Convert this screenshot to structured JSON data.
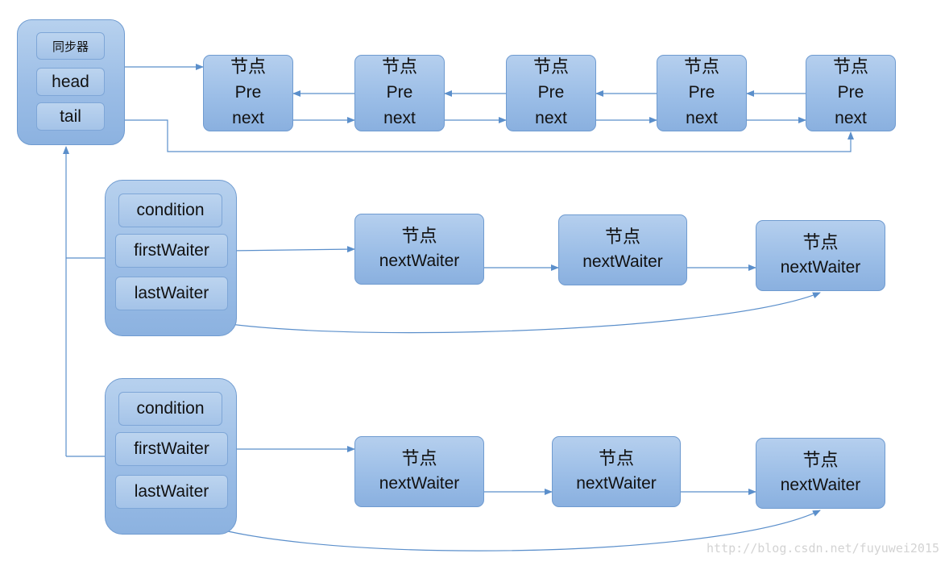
{
  "sync": {
    "title": "同步器",
    "head": "head",
    "tail": "tail"
  },
  "sync_nodes": [
    {
      "title": "节点",
      "pre": "Pre",
      "next": "next"
    },
    {
      "title": "节点",
      "pre": "Pre",
      "next": "next"
    },
    {
      "title": "节点",
      "pre": "Pre",
      "next": "next"
    },
    {
      "title": "节点",
      "pre": "Pre",
      "next": "next"
    },
    {
      "title": "节点",
      "pre": "Pre",
      "next": "next"
    }
  ],
  "conditions": [
    {
      "label": "condition",
      "first": "firstWaiter",
      "last": "lastWaiter",
      "nodes": [
        {
          "title": "节点",
          "field": "nextWaiter"
        },
        {
          "title": "节点",
          "field": "nextWaiter"
        },
        {
          "title": "节点",
          "field": "nextWaiter"
        }
      ]
    },
    {
      "label": "condition",
      "first": "firstWaiter",
      "last": "lastWaiter",
      "nodes": [
        {
          "title": "节点",
          "field": "nextWaiter"
        },
        {
          "title": "节点",
          "field": "nextWaiter"
        },
        {
          "title": "节点",
          "field": "nextWaiter"
        }
      ]
    }
  ],
  "watermark": "http://blog.csdn.net/fuyuwei2015",
  "colors": {
    "line": "#5b8fcb",
    "fill": "#9bbde6",
    "border": "#6f9bd0"
  }
}
